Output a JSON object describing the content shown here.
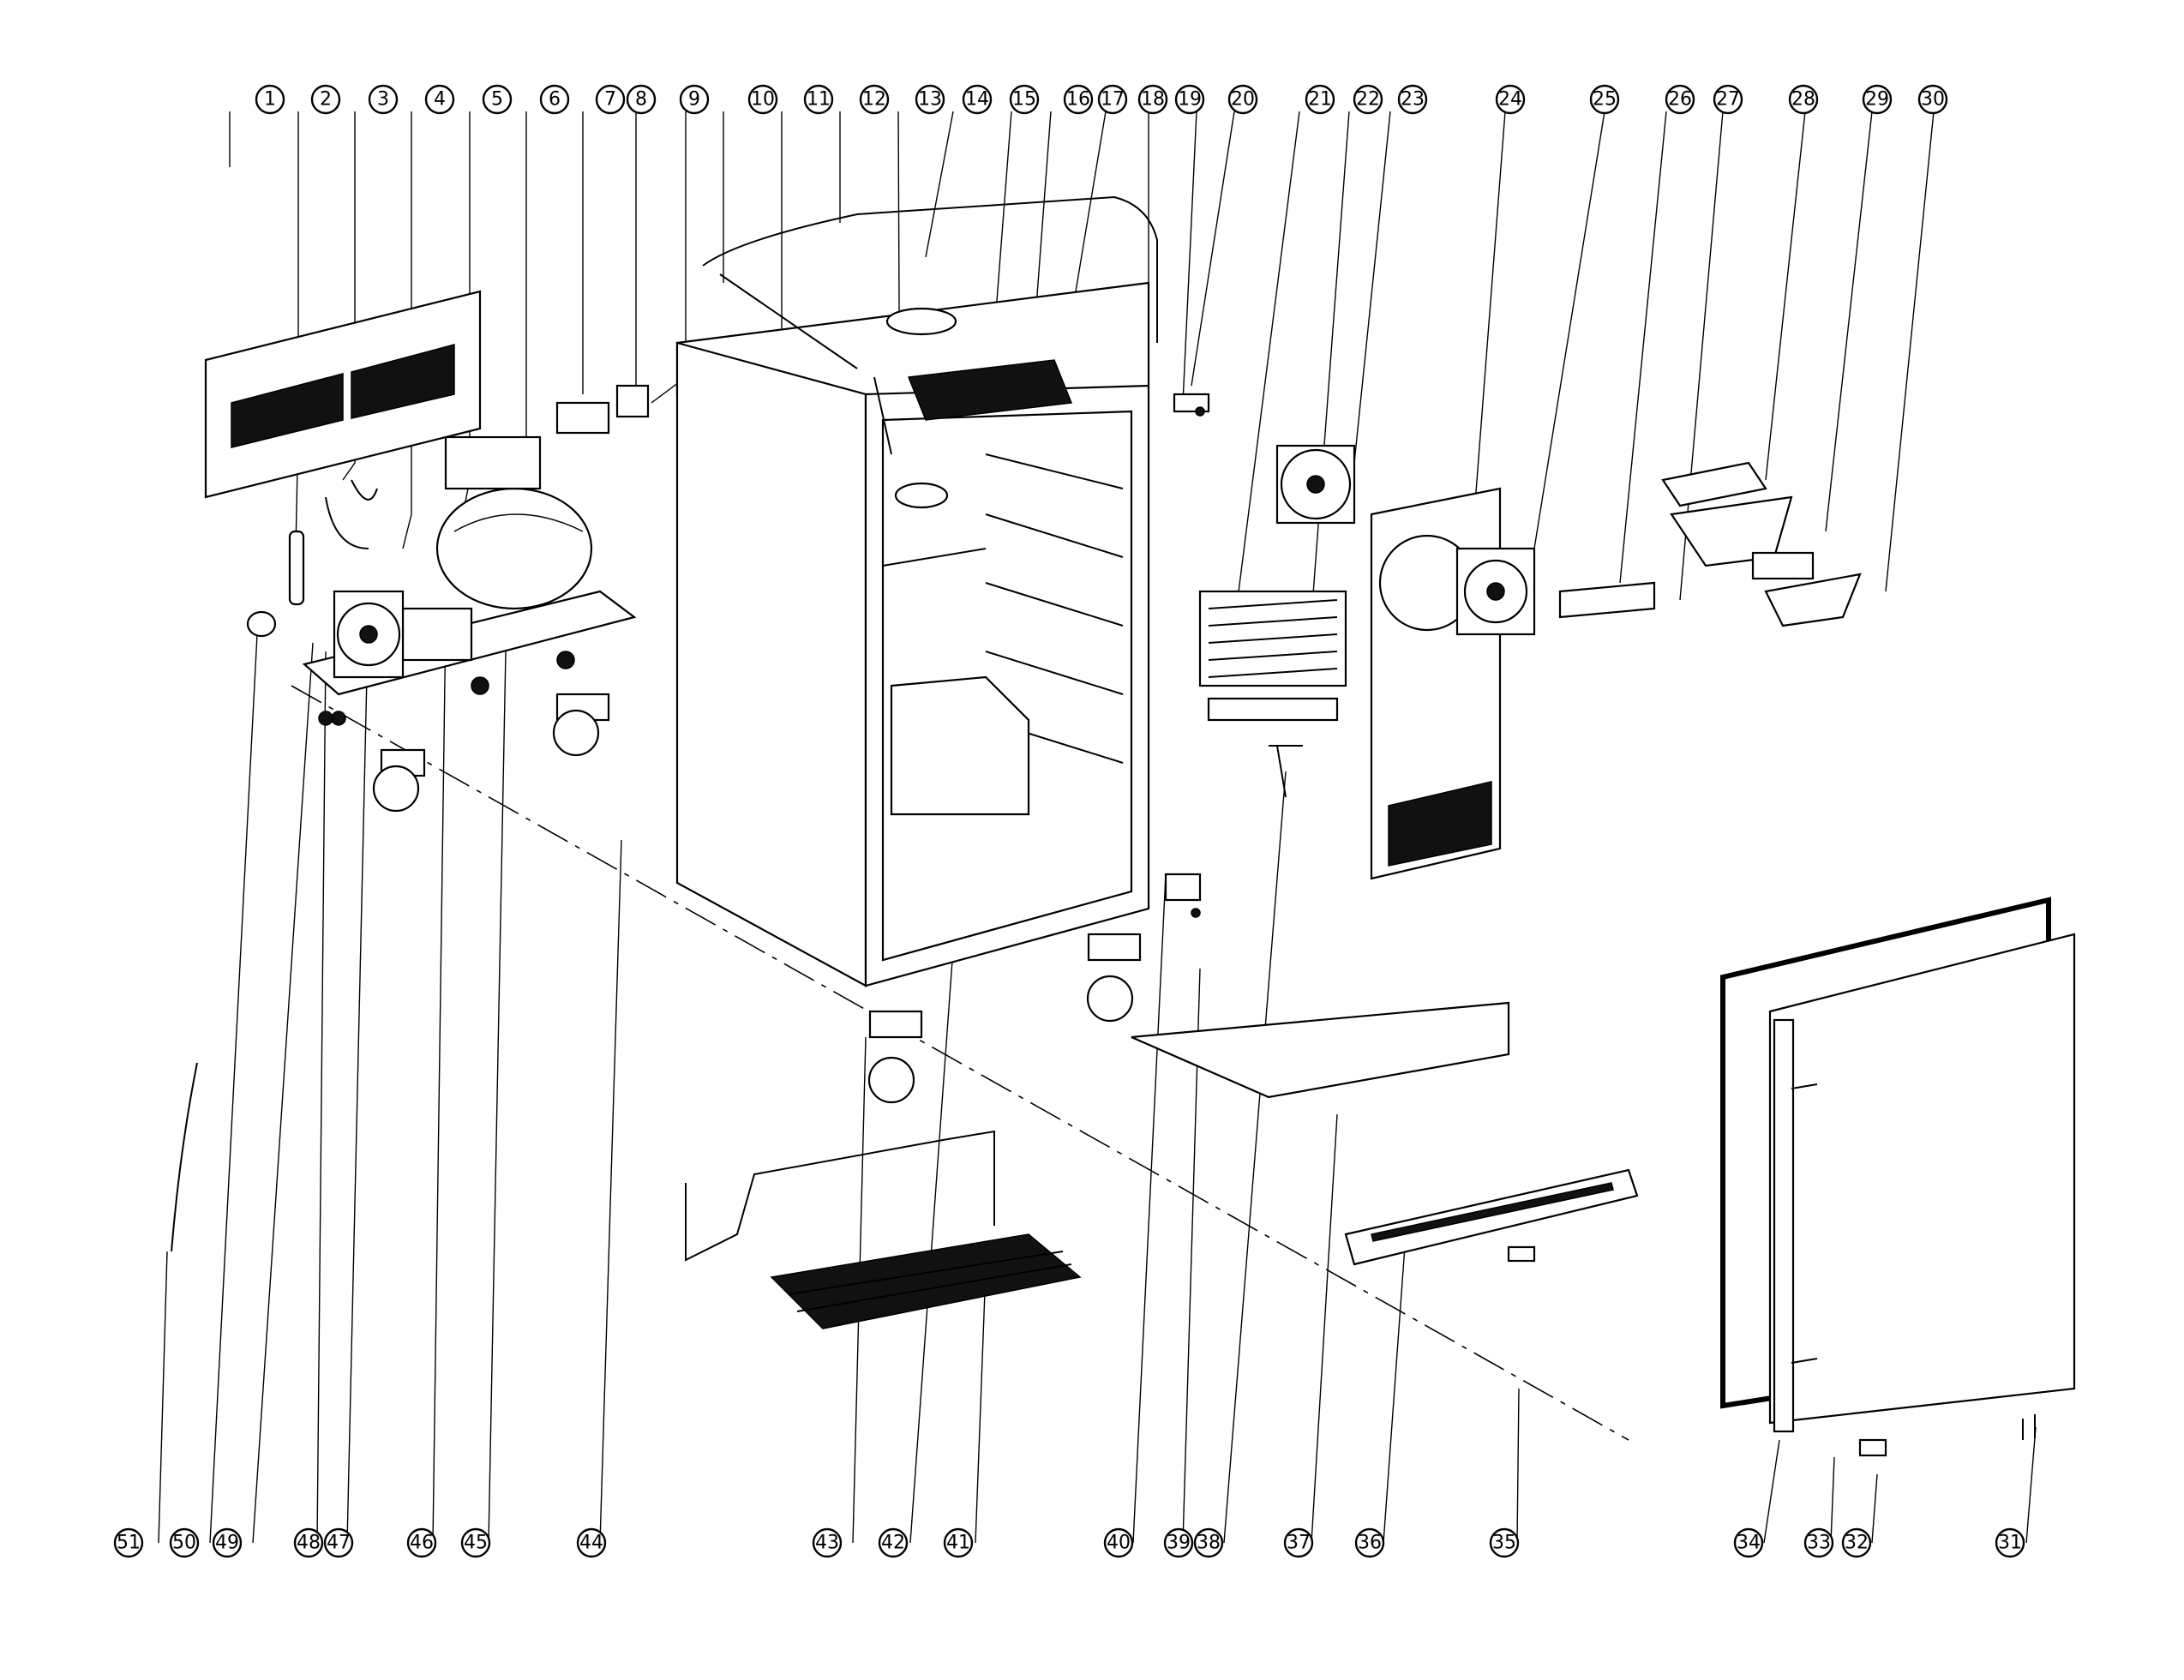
{
  "diagram": {
    "top_callouts": [
      "1",
      "2",
      "3",
      "4",
      "5",
      "6",
      "7",
      "8",
      "9",
      "10",
      "11",
      "12",
      "13",
      "14",
      "15",
      "16",
      "17",
      "18",
      "19",
      "20",
      "21",
      "22",
      "23",
      "24",
      "25",
      "26",
      "27",
      "28",
      "29",
      "30"
    ],
    "bottom_callouts": [
      "51",
      "50",
      "49",
      "48",
      "47",
      "46",
      "45",
      "44",
      "43",
      "42",
      "41",
      "40",
      "39",
      "38",
      "37",
      "36",
      "35",
      "34",
      "33",
      "32",
      "31"
    ]
  }
}
